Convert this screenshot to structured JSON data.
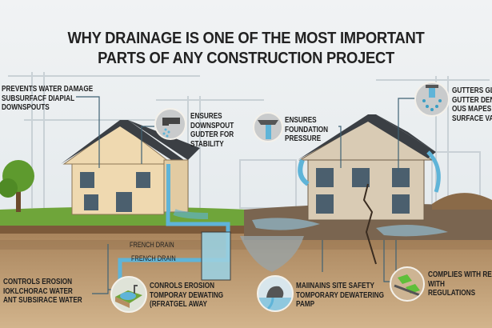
{
  "title": {
    "line1": "WHY DRAINAGE IS ONE OF THE MOST IMPORTANT",
    "line2": "PARTS OF ANY CONSTRUCTION PROJECT"
  },
  "callouts": {
    "top_left": [
      "PREVENTS WATER DAMAGE",
      "SUBSURFACF DIAPIAL",
      "DOWNSPOUTS"
    ],
    "downspout": [
      "ENSURES",
      "DOWNSPOUT",
      "GUDTER FOR",
      "STABILITY"
    ],
    "foundation": [
      "ENSURES",
      "FOUNDATION",
      "PRESSURE"
    ],
    "gutters": [
      "GUTTERS GL",
      "GUTTER DEN",
      "OUS MAPES",
      "SURFACE VA"
    ],
    "french_drain_1": "FRENCH DRAIN",
    "french_drain_2": "FRENCH DRAIN",
    "bottom_left": [
      "CONTROLS EROSION",
      "IOKLCHORAC WATER",
      "ANT SUBSIRACE WATER"
    ],
    "bottom_center_left": [
      "CONROLS EROSION",
      "TOMPORAY DEWATING",
      "(RFRATGEL AWAY"
    ],
    "bottom_center_right": [
      "MAIINAINS SITE SAFETY",
      "TOMPORARY DEWATERING",
      "PAMP"
    ],
    "bottom_right": [
      "COMPLIES WITH RE",
      "WITH",
      "REGULATIONS"
    ]
  },
  "colors": {
    "water": "#5fb4d8",
    "grass": "#6fa53a",
    "soil": "#b58e62",
    "mud": "#7a6550",
    "house_left": "#efd9b0",
    "house_right": "#d9cbb4",
    "roof": "#3b3f44",
    "leader": "#3f6274"
  },
  "icons": [
    "downspout-icon",
    "foundation-gutter-icon",
    "gutter-splash-icon",
    "pond-icon",
    "dewatering-pump-icon",
    "regulations-grid-icon"
  ]
}
